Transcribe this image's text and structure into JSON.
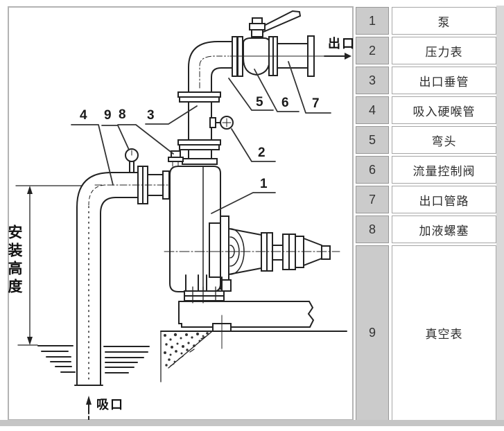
{
  "diagram": {
    "outlet_label": "出口",
    "inlet_label": "吸口",
    "install_height_label": "安装高度",
    "callouts": [
      "1",
      "2",
      "3",
      "4",
      "5",
      "6",
      "7",
      "8",
      "9"
    ]
  },
  "legend": {
    "rows": [
      {
        "num": "1",
        "label": "泵"
      },
      {
        "num": "2",
        "label": "压力表"
      },
      {
        "num": "3",
        "label": "出口垂管"
      },
      {
        "num": "4",
        "label": "吸入硬喉管"
      },
      {
        "num": "5",
        "label": "弯头"
      },
      {
        "num": "6",
        "label": "流量控制阀"
      },
      {
        "num": "7",
        "label": "出口管路"
      },
      {
        "num": "8",
        "label": "加液螺塞"
      },
      {
        "num": "9",
        "label": "真空表"
      }
    ]
  },
  "colors": {
    "line": "#222222",
    "table_num_bg": "#cbcbcb",
    "table_border": "#979797",
    "frame_border": "#b3b3b3",
    "page_bg": "#ffffff"
  }
}
